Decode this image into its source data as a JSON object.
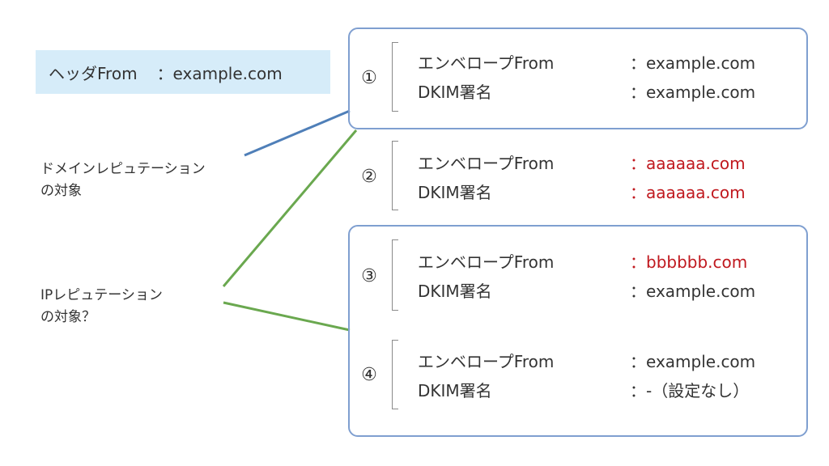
{
  "header": {
    "label": "ヘッダFrom",
    "value": "：example.com"
  },
  "notes": {
    "domain_reputation": [
      "ドメインレピュテーション",
      "の対象"
    ],
    "ip_reputation": [
      "IPレピュテーション",
      "の対象？"
    ]
  },
  "colors": {
    "frame_blue": "#7f9fd0",
    "line_blue": "#4f7fb8",
    "line_green": "#6aa84f",
    "header_bg": "#d6ecf9",
    "mismatch_red": "#c0181e"
  },
  "cases": [
    {
      "number": "①",
      "envelope_label": "エンベロープFrom",
      "envelope_value": "：example.com",
      "dkim_label": "DKIM署名",
      "dkim_value": "：example.com"
    },
    {
      "number": "②",
      "envelope_label": "エンベロープFrom",
      "envelope_value": "：aaaaaa.com",
      "dkim_label": "DKIM署名",
      "dkim_value": "：aaaaaa.com"
    },
    {
      "number": "③",
      "envelope_label": "エンベロープFrom",
      "envelope_value": "：bbbbbb.com",
      "dkim_label": "DKIM署名",
      "dkim_value": "：example.com"
    },
    {
      "number": "④",
      "envelope_label": "エンベロープFrom",
      "envelope_value": "：example.com",
      "dkim_label": "DKIM署名",
      "dkim_value": "：-（設定なし）"
    }
  ]
}
